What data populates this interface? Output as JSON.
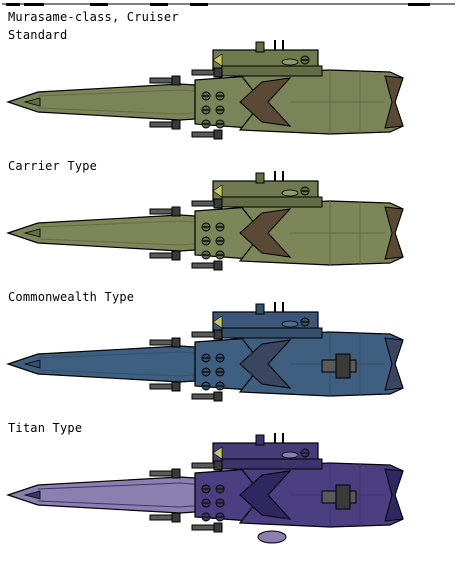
{
  "header": {
    "title": "Murasame-class, Cruiser"
  },
  "variants": [
    {
      "label": "Standard",
      "colors": {
        "hull": "#7a8458",
        "hull_dark": "#646c45",
        "hull_light": "#8e986a",
        "accent": "#5a4a35",
        "deck": "#6f7a4e"
      }
    },
    {
      "label": "Carrier Type",
      "colors": {
        "hull": "#7c8659",
        "hull_dark": "#656d46",
        "hull_light": "#909a6c",
        "accent": "#5a4a35",
        "deck": "#70794f"
      }
    },
    {
      "label": "Commonwealth Type",
      "colors": {
        "hull": "#3f5f80",
        "hull_dark": "#34506c",
        "hull_light": "#4a6e92",
        "accent": "#3a4660",
        "deck": "#3b587a"
      }
    },
    {
      "label": "Titan Type",
      "colors": {
        "hull": "#4b3f82",
        "hull_dark": "#3e346c",
        "hull_light": "#8a7fae",
        "accent": "#2f2860",
        "deck": "#463c78"
      }
    }
  ]
}
